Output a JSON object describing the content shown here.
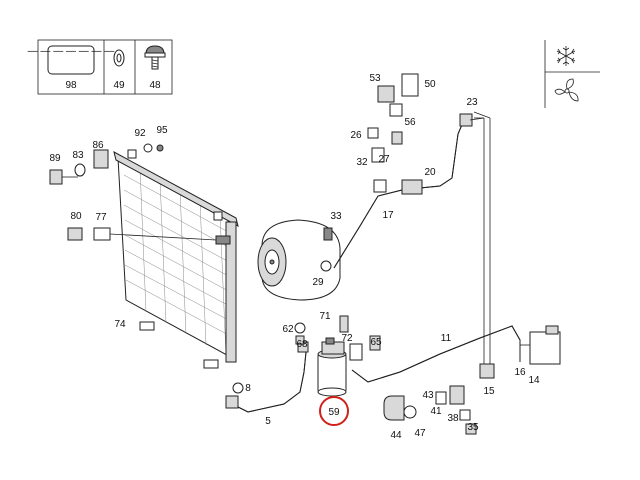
{
  "legend_box": {
    "items": [
      {
        "id": "placard",
        "number": "98"
      },
      {
        "id": "washer",
        "number": "49"
      },
      {
        "id": "screw",
        "number": "48"
      }
    ],
    "placard_text": "— — — — — — —"
  },
  "symbols": {
    "top": "snowflake-icon",
    "bottom": "fan-icon"
  },
  "callouts": {
    "c98": "98",
    "c49": "49",
    "c48": "48",
    "c53": "53",
    "c50": "50",
    "c56": "56",
    "c23": "23",
    "c92": "92",
    "c95": "95",
    "c26": "26",
    "c27": "27",
    "c89": "89",
    "c83": "83",
    "c86": "86",
    "c32": "32",
    "c20": "20",
    "c17": "17",
    "c80": "80",
    "c77": "77",
    "c33": "33",
    "c29": "29",
    "c74": "74",
    "c71": "71",
    "c62": "62",
    "c68": "68",
    "c72": "72",
    "c65": "65",
    "c11": "11",
    "c16": "16",
    "c14": "14",
    "c8": "8",
    "c5": "5",
    "c59": "59",
    "c43": "43",
    "c41": "41",
    "c15": "15",
    "c44": "44",
    "c47": "47",
    "c38": "38",
    "c35": "35"
  },
  "highlight": {
    "number": "59",
    "color": "#d0201a"
  }
}
